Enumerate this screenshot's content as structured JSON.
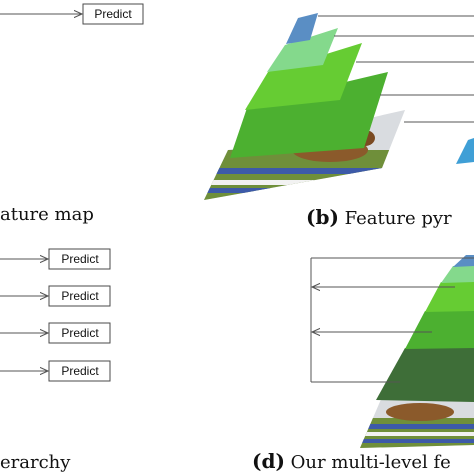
{
  "predict_label": "Predict",
  "captions": {
    "a": {
      "text": "ature map"
    },
    "b": {
      "letter": "(b)",
      "text": " Feature pyr"
    },
    "c": {
      "text": "erarchy"
    },
    "d": {
      "letter": "(d)",
      "text": " Our multi-level fe"
    }
  },
  "colors": {
    "level1": "#5a8ec4",
    "level2": "#84d98c",
    "level3": "#66cc33",
    "level4": "#4cb030",
    "level5": "#3e6e38",
    "photo_sky": "#d9dce0",
    "photo_grass": "#6f8f3a",
    "photo_horse": "#8b5a2b",
    "photo_fence": "#3d5aa8"
  },
  "icons": [
    "horse-jump-photo",
    "arrow-right",
    "arrow-left"
  ]
}
